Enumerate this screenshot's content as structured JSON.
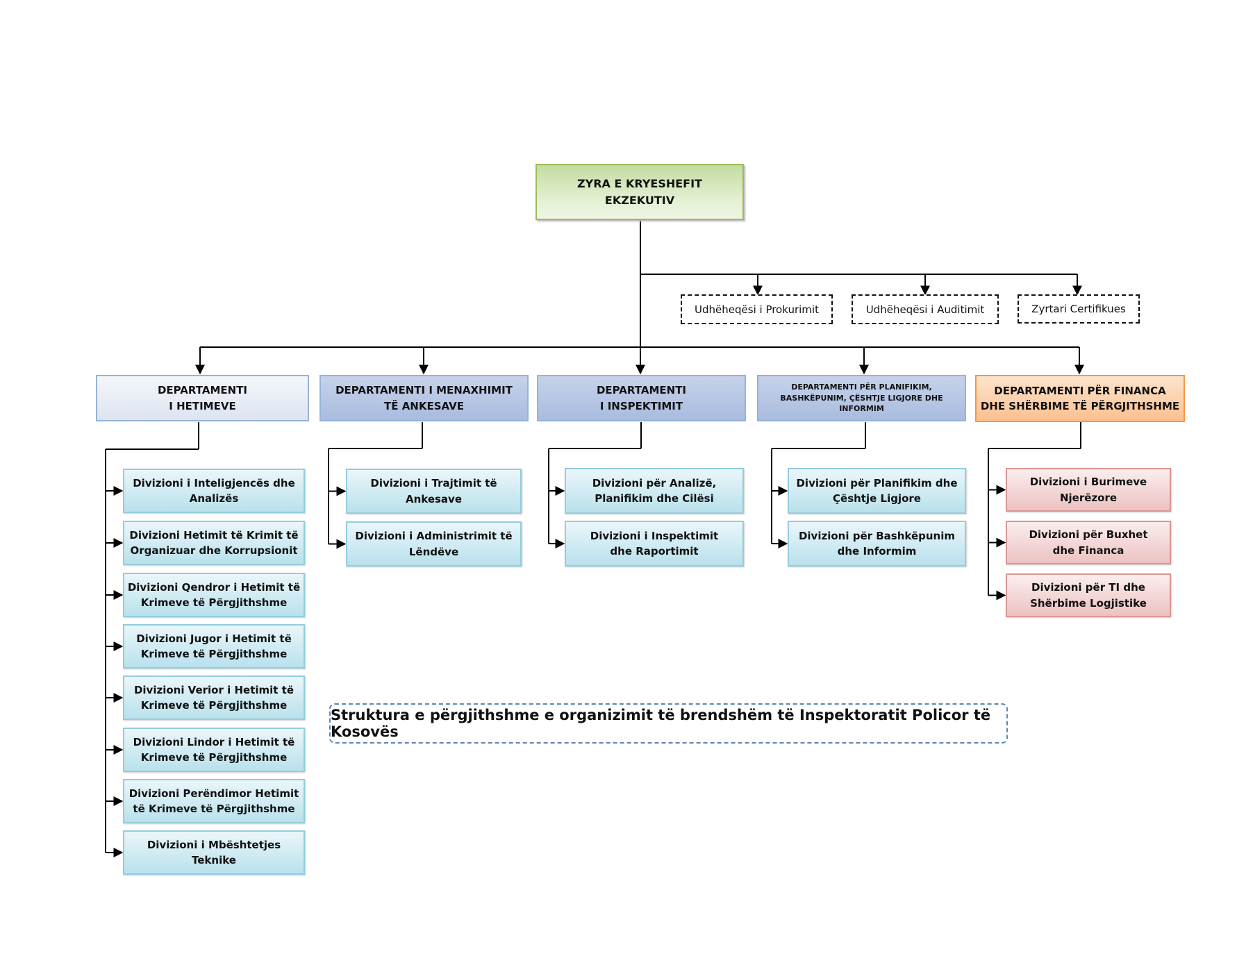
{
  "root": {
    "line1": "ZYRA E KRYESHEFIT",
    "line2": "EKZEKUTIV"
  },
  "staff": [
    "Udhëheqësi i Prokurimit",
    "Udhëheqësi i Auditimit",
    "Zyrtari Certifikues"
  ],
  "departments": [
    {
      "lines": [
        "DEPARTAMENTI",
        "I HETIMEVE"
      ],
      "divisions": [
        [
          "Divizioni i Inteligjencës dhe",
          "Analizës"
        ],
        [
          "Divizioni Hetimit të Krimit të",
          "Organizuar dhe Korrupsionit"
        ],
        [
          "Divizioni Qendror i Hetimit të",
          "Krimeve të Përgjithshme"
        ],
        [
          "Divizioni Jugor i Hetimit të",
          "Krimeve të Përgjithshme"
        ],
        [
          "Divizioni Verior i Hetimit të",
          "Krimeve të Përgjithshme"
        ],
        [
          "Divizioni Lindor i Hetimit të",
          "Krimeve të Përgjithshme"
        ],
        [
          "Divizioni Perëndimor Hetimit",
          "të Krimeve të Përgjithshme"
        ],
        [
          "Divizioni i Mbështetjes",
          "Teknike"
        ]
      ]
    },
    {
      "lines": [
        "DEPARTAMENTI I MENAXHIMIT",
        "TË ANKESAVE"
      ],
      "divisions": [
        [
          "Divizioni i Trajtimit të",
          "Ankesave"
        ],
        [
          "Divizioni i Administrimit të",
          "Lëndëve"
        ]
      ]
    },
    {
      "lines": [
        "DEPARTAMENTI",
        "I INSPEKTIMIT"
      ],
      "divisions": [
        [
          "Divizioni për Analizë,",
          "Planifikim dhe Cilësi"
        ],
        [
          "Divizioni i Inspektimit",
          "dhe Raportimit"
        ]
      ]
    },
    {
      "lines": [
        "DEPARTAMENTI PËR PLANIFIKIM,",
        "BASHKËPUNIM, ÇËSHTJE LIGJORE DHE",
        "INFORMIM"
      ],
      "divisions": [
        [
          "Divizioni për Planifikim dhe",
          "Çështje Ligjore"
        ],
        [
          "Divizioni për Bashkëpunim",
          "dhe Informim"
        ]
      ]
    },
    {
      "lines": [
        "DEPARTAMENTI PËR FINANCA",
        "DHE SHËRBIME TË PËRGJITHSHME"
      ],
      "divisions": [
        [
          "Divizioni i Burimeve",
          "Njerëzore"
        ],
        [
          "Divizioni për Buxhet",
          "dhe Financa"
        ],
        [
          "Divizioni për TI dhe",
          "Shërbime Logjistike"
        ]
      ]
    }
  ],
  "caption": "Struktura e përgjithshme e organizimit të brendshëm të Inspektoratit Policor të Kosovës",
  "colors": {
    "root": "#c3dca0",
    "department_blue": "#dde4f1",
    "department_orange": "#fbc08f",
    "division_cyan": "#b9e1ec",
    "division_pink": "#ecc2c1",
    "caption_border": "#5a86b5"
  }
}
